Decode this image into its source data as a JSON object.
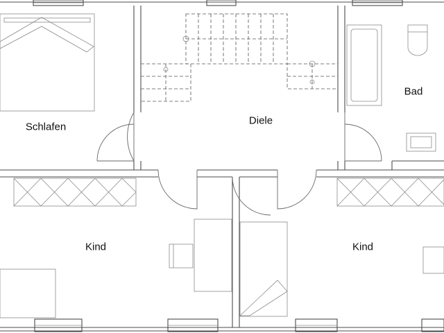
{
  "rooms": {
    "bedroom": "Schlafen",
    "hall": "Diele",
    "bath": "Bad",
    "child_left": "Kind",
    "child_right": "Kind"
  },
  "colors": {
    "background": "#ffffff",
    "wall": "#4a4a4a",
    "furniture": "#8a8a8a",
    "label": "#111111"
  }
}
